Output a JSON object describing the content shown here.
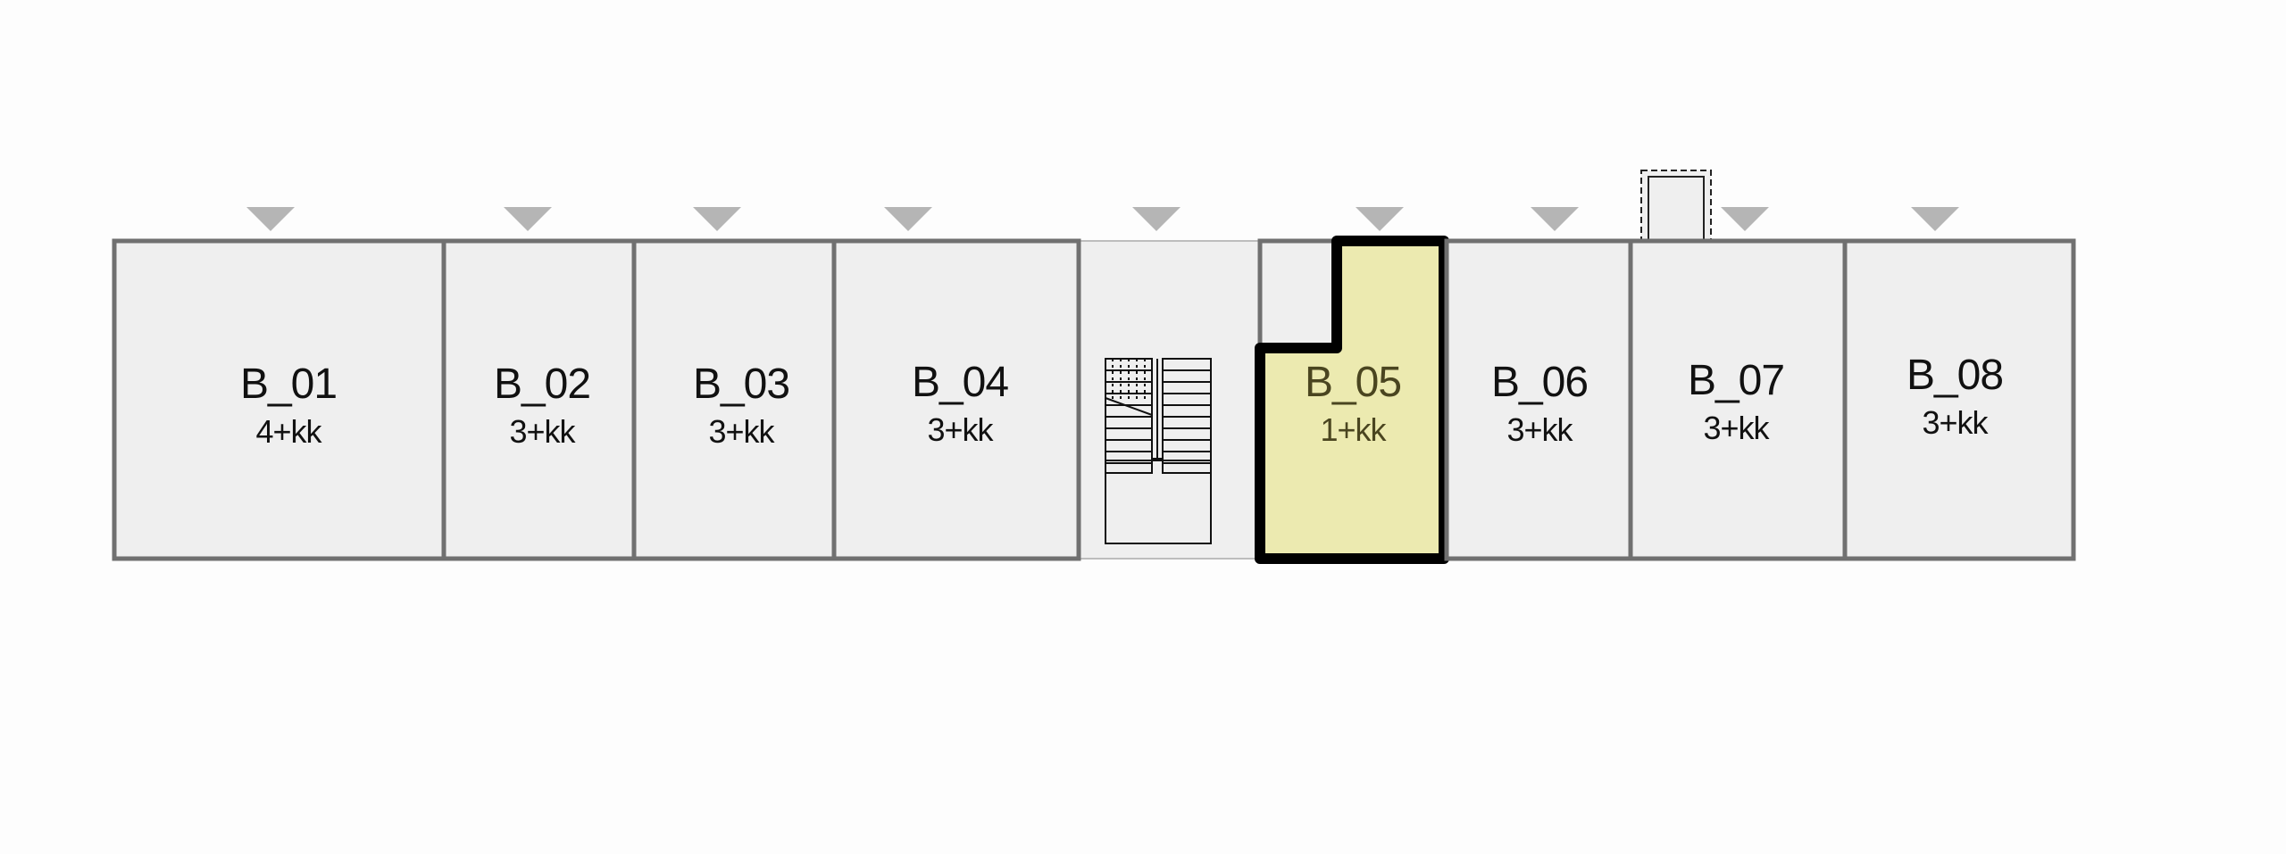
{
  "floorplan": {
    "colors": {
      "background": "#fdfdfd",
      "unit_fill": "#efefef",
      "wall": "#707070",
      "selected_fill": "#eceab0",
      "selected_outline": "#000000",
      "entrance_marker": "#b5b5b5"
    },
    "units": [
      {
        "id": "B_01",
        "layout": "4+kk",
        "selected": false
      },
      {
        "id": "B_02",
        "layout": "3+kk",
        "selected": false
      },
      {
        "id": "B_03",
        "layout": "3+kk",
        "selected": false
      },
      {
        "id": "B_04",
        "layout": "3+kk",
        "selected": false
      },
      {
        "id": "B_05",
        "layout": "1+kk",
        "selected": true
      },
      {
        "id": "B_06",
        "layout": "3+kk",
        "selected": false
      },
      {
        "id": "B_07",
        "layout": "3+kk",
        "selected": false
      },
      {
        "id": "B_08",
        "layout": "3+kk",
        "selected": false
      }
    ],
    "icons": [
      "entrance-marker-icon",
      "staircase-icon",
      "elevator-icon"
    ]
  }
}
